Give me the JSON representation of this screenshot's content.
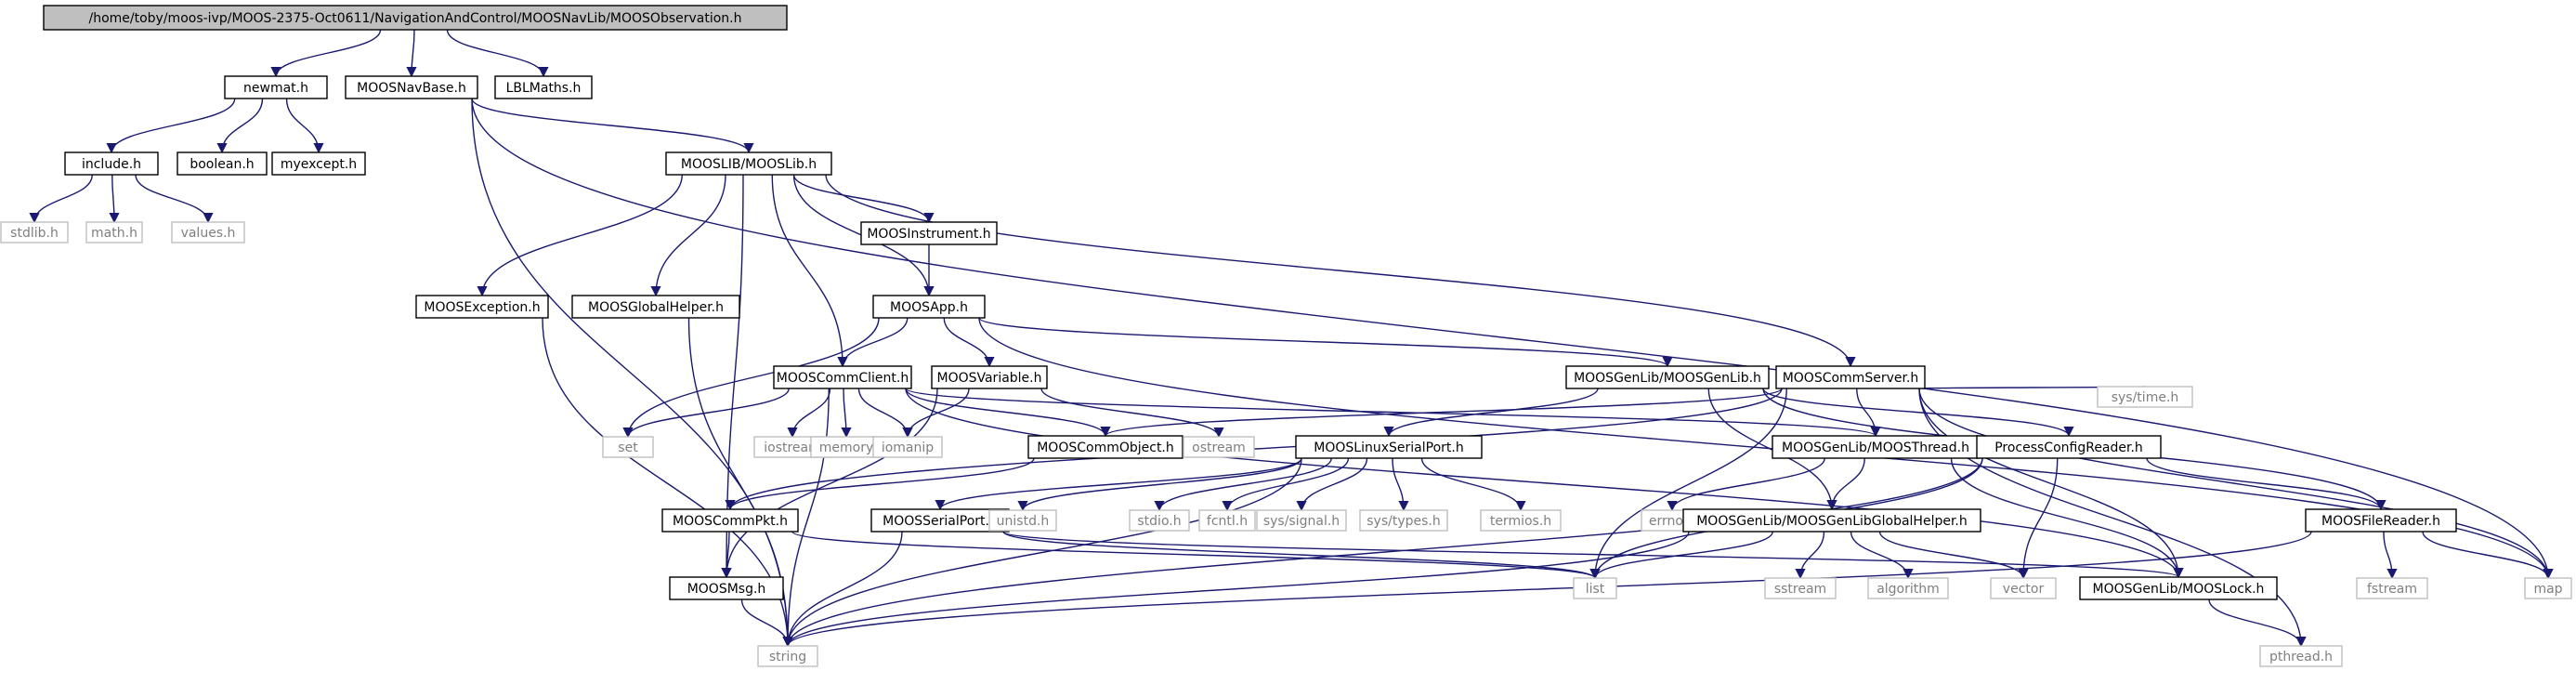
{
  "chart_data": {
    "type": "diagram",
    "nodes": [
      {
        "id": "root",
        "label": "/home/toby/moos-ivp/MOOS-2375-Oct0611/NavigationAndControl/MOOSNavLib/MOOSObservation.h",
        "kind": "root"
      },
      {
        "id": "newmat",
        "label": "newmat.h",
        "kind": "documented"
      },
      {
        "id": "navbase",
        "label": "MOOSNavBase.h",
        "kind": "documented"
      },
      {
        "id": "lblmaths",
        "label": "LBLMaths.h",
        "kind": "documented"
      },
      {
        "id": "include",
        "label": "include.h",
        "kind": "documented"
      },
      {
        "id": "boolean",
        "label": "boolean.h",
        "kind": "documented"
      },
      {
        "id": "myexcept",
        "label": "myexcept.h",
        "kind": "documented"
      },
      {
        "id": "stdlib",
        "label": "stdlib.h",
        "kind": "system"
      },
      {
        "id": "math",
        "label": "math.h",
        "kind": "system"
      },
      {
        "id": "values",
        "label": "values.h",
        "kind": "system"
      },
      {
        "id": "mooslib",
        "label": "MOOSLIB/MOOSLib.h",
        "kind": "documented"
      },
      {
        "id": "instrument",
        "label": "MOOSInstrument.h",
        "kind": "documented"
      },
      {
        "id": "app",
        "label": "MOOSApp.h",
        "kind": "documented"
      },
      {
        "id": "exception",
        "label": "MOOSException.h",
        "kind": "documented"
      },
      {
        "id": "globalhelper",
        "label": "MOOSGlobalHelper.h",
        "kind": "documented"
      },
      {
        "id": "commclient",
        "label": "MOOSCommClient.h",
        "kind": "documented"
      },
      {
        "id": "variable",
        "label": "MOOSVariable.h",
        "kind": "documented"
      },
      {
        "id": "genlib",
        "label": "MOOSGenLib/MOOSGenLib.h",
        "kind": "documented"
      },
      {
        "id": "commserver",
        "label": "MOOSCommServer.h",
        "kind": "documented"
      },
      {
        "id": "set",
        "label": "set",
        "kind": "system"
      },
      {
        "id": "iostream",
        "label": "iostream",
        "kind": "system"
      },
      {
        "id": "memory",
        "label": "memory",
        "kind": "system"
      },
      {
        "id": "iomanip",
        "label": "iomanip",
        "kind": "system"
      },
      {
        "id": "commobject",
        "label": "MOOSCommObject.h",
        "kind": "documented"
      },
      {
        "id": "ostream",
        "label": "ostream",
        "kind": "system"
      },
      {
        "id": "linuxserial",
        "label": "MOOSLinuxSerialPort.h",
        "kind": "documented"
      },
      {
        "id": "thread",
        "label": "MOOSGenLib/MOOSThread.h",
        "kind": "documented"
      },
      {
        "id": "pcr",
        "label": "ProcessConfigReader.h",
        "kind": "documented"
      },
      {
        "id": "systime",
        "label": "sys/time.h",
        "kind": "system"
      },
      {
        "id": "commpkt",
        "label": "MOOSCommPkt.h",
        "kind": "documented"
      },
      {
        "id": "serialport",
        "label": "MOOSSerialPort.h",
        "kind": "documented"
      },
      {
        "id": "unistd",
        "label": "unistd.h",
        "kind": "system"
      },
      {
        "id": "stdio",
        "label": "stdio.h",
        "kind": "system"
      },
      {
        "id": "fcntl",
        "label": "fcntl.h",
        "kind": "system"
      },
      {
        "id": "syssignal",
        "label": "sys/signal.h",
        "kind": "system"
      },
      {
        "id": "systypes",
        "label": "sys/types.h",
        "kind": "system"
      },
      {
        "id": "termios",
        "label": "termios.h",
        "kind": "system"
      },
      {
        "id": "errno",
        "label": "errno.h",
        "kind": "system"
      },
      {
        "id": "globalhelper2",
        "label": "MOOSGenLib/MOOSGenLibGlobalHelper.h",
        "kind": "documented"
      },
      {
        "id": "filereader",
        "label": "MOOSFileReader.h",
        "kind": "documented"
      },
      {
        "id": "msg",
        "label": "MOOSMsg.h",
        "kind": "documented"
      },
      {
        "id": "list",
        "label": "list",
        "kind": "system"
      },
      {
        "id": "sstream",
        "label": "sstream",
        "kind": "system"
      },
      {
        "id": "algorithm",
        "label": "algorithm",
        "kind": "system"
      },
      {
        "id": "vector",
        "label": "vector",
        "kind": "system"
      },
      {
        "id": "lock",
        "label": "MOOSGenLib/MOOSLock.h",
        "kind": "documented"
      },
      {
        "id": "fstream",
        "label": "fstream",
        "kind": "system"
      },
      {
        "id": "map",
        "label": "map",
        "kind": "system"
      },
      {
        "id": "string",
        "label": "string",
        "kind": "system"
      },
      {
        "id": "pthread",
        "label": "pthread.h",
        "kind": "system"
      }
    ],
    "edges": [
      [
        "root",
        "newmat"
      ],
      [
        "root",
        "navbase"
      ],
      [
        "root",
        "lblmaths"
      ],
      [
        "newmat",
        "include"
      ],
      [
        "newmat",
        "boolean"
      ],
      [
        "newmat",
        "myexcept"
      ],
      [
        "include",
        "stdlib"
      ],
      [
        "include",
        "math"
      ],
      [
        "include",
        "values"
      ],
      [
        "navbase",
        "mooslib"
      ],
      [
        "navbase",
        "string"
      ],
      [
        "navbase",
        "map"
      ],
      [
        "mooslib",
        "instrument"
      ],
      [
        "mooslib",
        "app"
      ],
      [
        "mooslib",
        "exception"
      ],
      [
        "mooslib",
        "globalhelper"
      ],
      [
        "mooslib",
        "commclient"
      ],
      [
        "mooslib",
        "msg"
      ],
      [
        "mooslib",
        "commserver"
      ],
      [
        "instrument",
        "app"
      ],
      [
        "app",
        "commclient"
      ],
      [
        "app",
        "variable"
      ],
      [
        "app",
        "genlib"
      ],
      [
        "app",
        "set"
      ],
      [
        "app",
        "map"
      ],
      [
        "exception",
        "string"
      ],
      [
        "globalhelper",
        "string"
      ],
      [
        "commclient",
        "set"
      ],
      [
        "commclient",
        "iostream"
      ],
      [
        "commclient",
        "memory"
      ],
      [
        "commclient",
        "iomanip"
      ],
      [
        "commclient",
        "commobject"
      ],
      [
        "commclient",
        "thread"
      ],
      [
        "commclient",
        "lock"
      ],
      [
        "commclient",
        "string"
      ],
      [
        "variable",
        "iomanip"
      ],
      [
        "variable",
        "ostream"
      ],
      [
        "variable",
        "msg"
      ],
      [
        "genlib",
        "linuxserial"
      ],
      [
        "genlib",
        "pcr"
      ],
      [
        "genlib",
        "globalhelper2"
      ],
      [
        "genlib",
        "filereader"
      ],
      [
        "commserver",
        "commobject"
      ],
      [
        "commserver",
        "thread"
      ],
      [
        "commserver",
        "systime"
      ],
      [
        "commserver",
        "list"
      ],
      [
        "commserver",
        "lock"
      ],
      [
        "commserver",
        "map"
      ],
      [
        "commserver",
        "commpkt"
      ],
      [
        "commserver",
        "pthread"
      ],
      [
        "commobject",
        "commpkt"
      ],
      [
        "linuxserial",
        "serialport"
      ],
      [
        "linuxserial",
        "unistd"
      ],
      [
        "linuxserial",
        "stdio"
      ],
      [
        "linuxserial",
        "fcntl"
      ],
      [
        "linuxserial",
        "syssignal"
      ],
      [
        "linuxserial",
        "systypes"
      ],
      [
        "linuxserial",
        "termios"
      ],
      [
        "linuxserial",
        "string"
      ],
      [
        "thread",
        "errno"
      ],
      [
        "thread",
        "globalhelper2"
      ],
      [
        "thread",
        "lock"
      ],
      [
        "pcr",
        "filereader"
      ],
      [
        "pcr",
        "list"
      ],
      [
        "pcr",
        "vector"
      ],
      [
        "pcr",
        "string"
      ],
      [
        "commpkt",
        "msg"
      ],
      [
        "commpkt",
        "list"
      ],
      [
        "serialport",
        "list"
      ],
      [
        "serialport",
        "lock"
      ],
      [
        "serialport",
        "string"
      ],
      [
        "globalhelper2",
        "list"
      ],
      [
        "globalhelper2",
        "sstream"
      ],
      [
        "globalhelper2",
        "algorithm"
      ],
      [
        "globalhelper2",
        "vector"
      ],
      [
        "globalhelper2",
        "string"
      ],
      [
        "filereader",
        "fstream"
      ],
      [
        "filereader",
        "map"
      ],
      [
        "filereader",
        "string"
      ],
      [
        "msg",
        "string"
      ],
      [
        "lock",
        "pthread"
      ]
    ],
    "colors": {
      "edge": "#191970",
      "root_fill": "#bfbfbf",
      "documented_border": "#000000",
      "system_border": "#bfbfbf",
      "system_text": "#7f7f7f"
    }
  }
}
